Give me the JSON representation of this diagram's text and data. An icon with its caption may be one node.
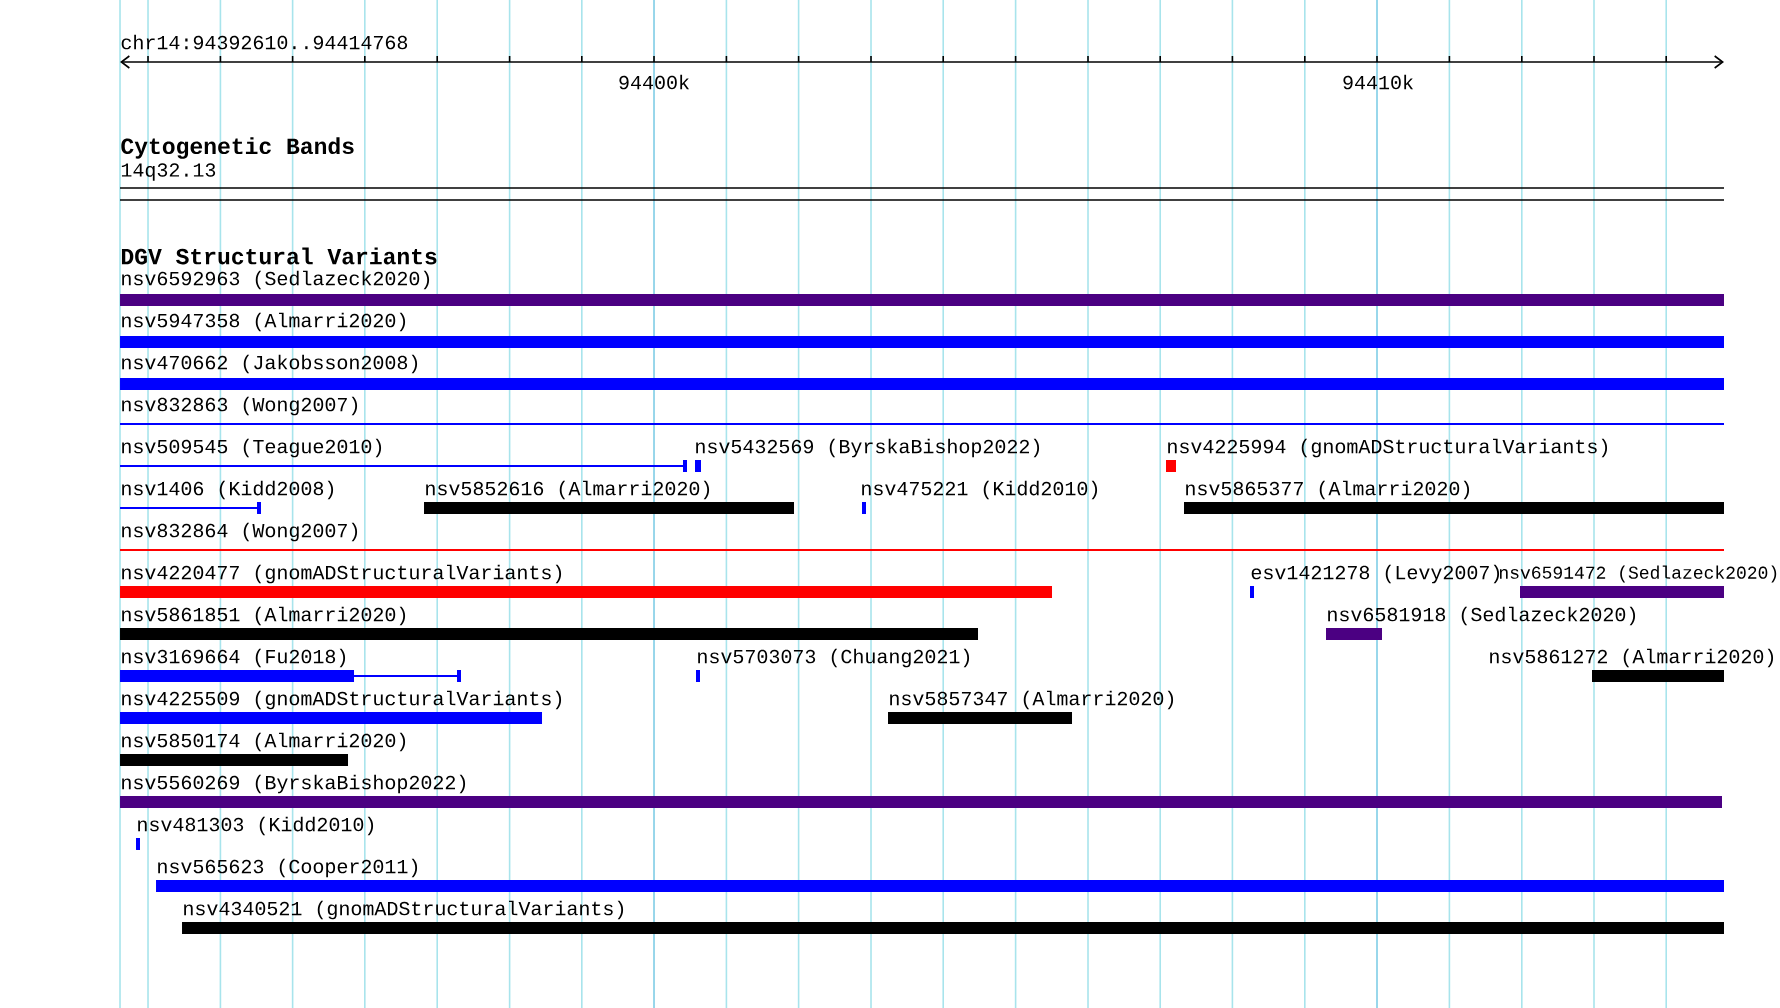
{
  "diagram": {
    "labels": [
      "chr14:94392610..94414768",
      "94400k",
      "94410k",
      "Cytogenetic Bands",
      "14q32.13",
      "DGV Structural Variants",
      "nsv6592963 (Sedlazeck2020)",
      "nsv5947358 (Almarri2020)",
      "nsv470662 (Jakobsson2008)",
      "nsv832863 (Wong2007)",
      "nsv509545 (Teague2010)",
      "nsv5432569 (ByrskaBishop2022)",
      "nsv4225994 (gnomADStructuralVariants)",
      "nsv1406 (Kidd2008)",
      "nsv5852616 (Almarri2020)",
      "nsv475221 (Kidd2010)",
      "nsv5865377 (Almarri2020)",
      "nsv832864 (Wong2007)",
      "nsv4220477 (gnomADStructuralVariants)",
      "esv1421278 (Levy2007)",
      "nsv6591472 (Sedlazeck2020)",
      "nsv5861851 (Almarri2020)",
      "nsv6581918 (Sedlazeck2020)",
      "nsv3169664 (Fu2018)",
      "nsv5703073 (Chuang2021)",
      "nsv5861272 (Almarri2020)",
      "nsv4225509 (gnomADStructuralVariants)",
      "nsv5857347 (Almarri2020)",
      "nsv5850174 (Almarri2020)",
      "nsv5560269 (ByrskaBishop2022)",
      "nsv481303 (Kidd2010)",
      "nsv565623 (Cooper2011)",
      "nsv4340521 (gnomADStructuralVariants)"
    ]
  }
}
